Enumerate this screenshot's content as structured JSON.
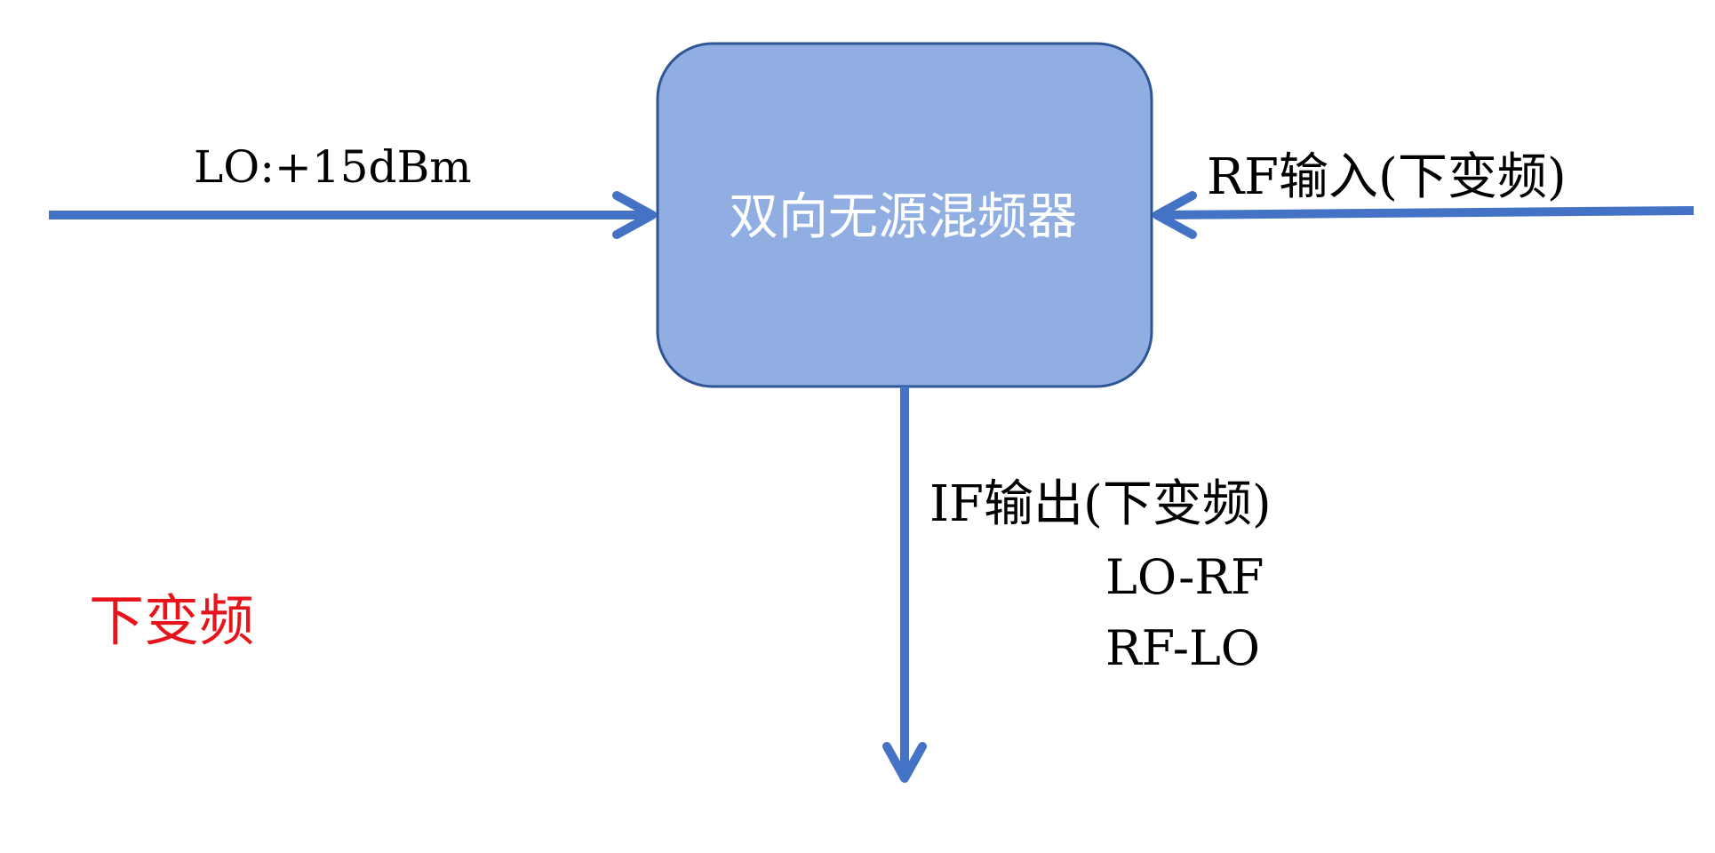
{
  "mixer": {
    "label": "双向无源混频器"
  },
  "ports": {
    "lo": {
      "label": "LO:+15dBm"
    },
    "rf": {
      "label": "RF输入(下变频)"
    },
    "if": {
      "label": "IF输出(下变频)",
      "formulas": [
        "LO-RF",
        "RF-LO"
      ]
    }
  },
  "mode": {
    "label": "下变频"
  },
  "colors": {
    "box_fill": "#90AEE2",
    "box_border": "#2F5597",
    "arrow": "#4472C4",
    "mode_label": "#E8141B"
  }
}
